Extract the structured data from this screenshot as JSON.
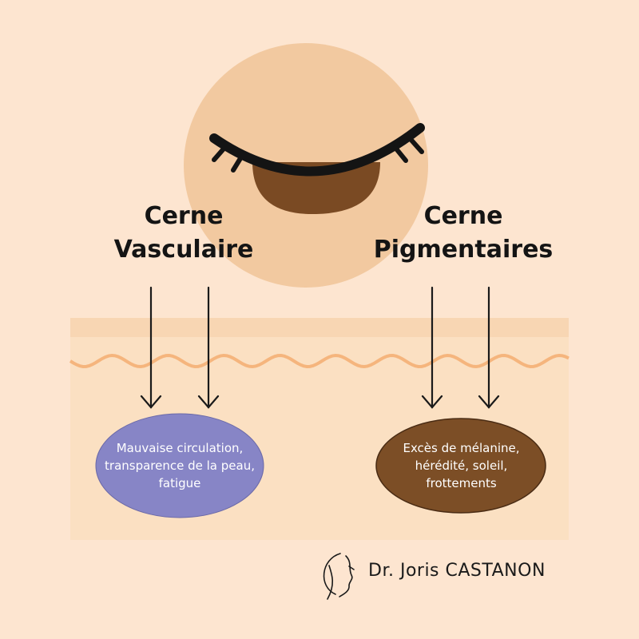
{
  "labels": {
    "vascular": {
      "line1": "Cerne",
      "line2": "Vasculaire"
    },
    "pigment": {
      "line1": "Cerne",
      "line2": "Pigmentaires"
    }
  },
  "bubbles": {
    "vascular": {
      "line1": "Mauvaise circulation,",
      "line2": "transparence de la peau,",
      "line3": "fatigue",
      "color": "#8785c6"
    },
    "pigment": {
      "line1": "Excès de mélanine,",
      "line2": "hérédité, soleil,",
      "line3": "frottements",
      "color": "#7c4e26"
    }
  },
  "brand": {
    "name": "Dr. Joris CASTANON"
  },
  "colors": {
    "background": "#fde5d0",
    "face": "#f2c9a0",
    "dark_circle": "#7a4a23",
    "skin_band": "#fbe0c2",
    "skin_top": "#f8d6b3",
    "wave": "#f5b57d"
  }
}
